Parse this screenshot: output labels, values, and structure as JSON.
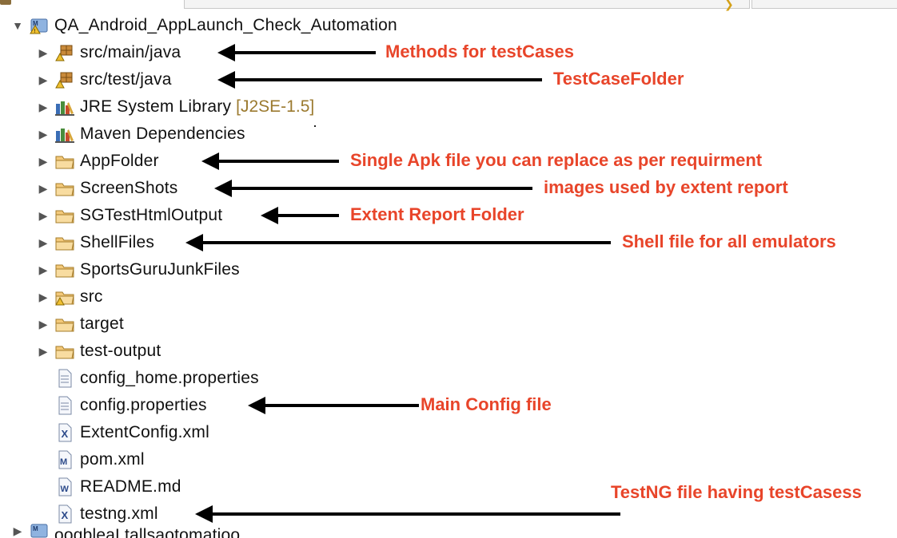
{
  "project": {
    "name": "QA_Android_AppLaunch_Check_Automation",
    "next_project_partial": "ooqbleaLtallsaotomatioo"
  },
  "tree": [
    {
      "label": "src/main/java",
      "icon": "package-folder-icon",
      "expandable": true,
      "decoration": ""
    },
    {
      "label": "src/test/java",
      "icon": "package-folder-icon",
      "expandable": true,
      "decoration": ""
    },
    {
      "label": "JRE System Library",
      "icon": "library-icon",
      "expandable": true,
      "decoration": "[J2SE-1.5]"
    },
    {
      "label": "Maven Dependencies",
      "icon": "library-icon",
      "expandable": true,
      "decoration": ""
    },
    {
      "label": "AppFolder",
      "icon": "folder-icon",
      "expandable": true,
      "decoration": ""
    },
    {
      "label": "ScreenShots",
      "icon": "folder-icon",
      "expandable": true,
      "decoration": ""
    },
    {
      "label": "SGTestHtmlOutput",
      "icon": "folder-icon",
      "expandable": true,
      "decoration": ""
    },
    {
      "label": "ShellFiles",
      "icon": "folder-icon",
      "expandable": true,
      "decoration": ""
    },
    {
      "label": "SportsGuruJunkFiles",
      "icon": "folder-icon",
      "expandable": true,
      "decoration": ""
    },
    {
      "label": "src",
      "icon": "warning-folder-icon",
      "expandable": true,
      "decoration": ""
    },
    {
      "label": "target",
      "icon": "folder-icon",
      "expandable": true,
      "decoration": ""
    },
    {
      "label": "test-output",
      "icon": "folder-icon",
      "expandable": true,
      "decoration": ""
    },
    {
      "label": "config_home.properties",
      "icon": "text-file-icon",
      "expandable": false,
      "decoration": ""
    },
    {
      "label": "config.properties",
      "icon": "text-file-icon",
      "expandable": false,
      "decoration": ""
    },
    {
      "label": "ExtentConfig.xml",
      "icon": "xml-file-icon",
      "expandable": false,
      "decoration": ""
    },
    {
      "label": "pom.xml",
      "icon": "maven-pom-icon",
      "expandable": false,
      "decoration": ""
    },
    {
      "label": "README.md",
      "icon": "markdown-file-icon",
      "expandable": false,
      "decoration": ""
    },
    {
      "label": "testng.xml",
      "icon": "xml-file-icon",
      "expandable": false,
      "decoration": ""
    }
  ],
  "annotations": [
    {
      "text": "Methods for testCases"
    },
    {
      "text": "TestCaseFolder"
    },
    {
      "text": "Single Apk file you can replace as per requirment"
    },
    {
      "text": "images used by extent report"
    },
    {
      "text": "Extent Report Folder"
    },
    {
      "text": "Shell file for all emulators"
    },
    {
      "text": "Main Config file"
    },
    {
      "text": "TestNG file having testCasess"
    }
  ],
  "colors": {
    "annotation": "#e8452a",
    "decoration": "#9b7a2f",
    "folder": "#f3c97a"
  }
}
